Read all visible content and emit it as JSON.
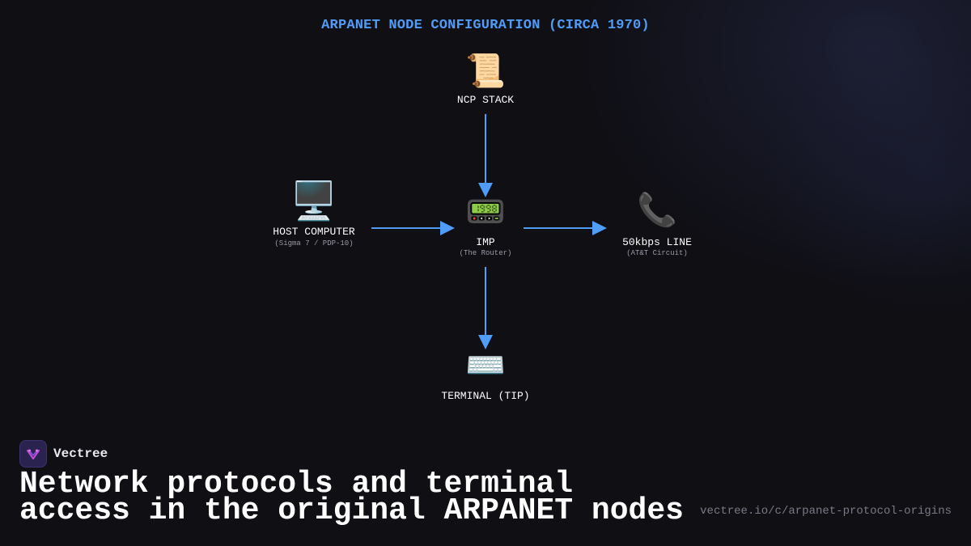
{
  "diagram": {
    "title": "ARPANET NODE CONFIGURATION (CIRCA 1970)",
    "nodes": {
      "ncp": {
        "icon": "scroll-icon",
        "glyph": "📜",
        "label": "NCP STACK",
        "sub": ""
      },
      "host": {
        "icon": "desktop-computer-icon",
        "glyph": "🖥️",
        "label": "HOST COMPUTER",
        "sub": "(Sigma 7 / PDP-10)"
      },
      "imp": {
        "icon": "pager-icon",
        "glyph": "📟",
        "label": "IMP",
        "sub": "(The Router)"
      },
      "line": {
        "icon": "telephone-receiver-icon",
        "glyph": "📞",
        "label": "50kbps LINE",
        "sub": "(AT&T Circuit)"
      },
      "terminal": {
        "icon": "keyboard-icon",
        "glyph": "⌨️",
        "label": "TERMINAL (TIP)",
        "sub": ""
      }
    },
    "edges": [
      {
        "from": "ncp",
        "to": "imp"
      },
      {
        "from": "host",
        "to": "imp"
      },
      {
        "from": "imp",
        "to": "line"
      },
      {
        "from": "imp",
        "to": "terminal"
      }
    ],
    "edge_color": "#4f9cf9"
  },
  "brand": {
    "name": "Vectree",
    "logo_icon": "vectree-logo-icon"
  },
  "headline": "Network protocols and terminal access in the original ARPANET nodes",
  "url": "vectree.io/c/arpanet-protocol-origins",
  "colors": {
    "background": "#0f0f14",
    "accent": "#4f9cf9",
    "brand_logo": "#c04fd6"
  }
}
